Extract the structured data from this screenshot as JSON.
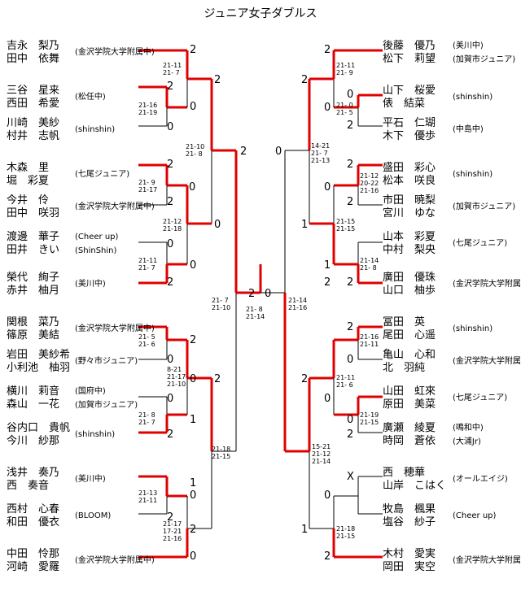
{
  "title": "ジュニア女子ダブルス",
  "left": [
    {
      "p1": "吉永　梨乃",
      "p2": "田中　依舞",
      "club": "(金沢学院大学附属中)"
    },
    {
      "p1": "三谷　星来",
      "p2": "西田　希愛",
      "club": "(松任中)"
    },
    {
      "p1": "川崎　美紗",
      "p2": "村井　志帆",
      "club": "(shinshin)"
    },
    {
      "p1": "木森　里",
      "p2": "堀　彩夏",
      "club": "(七尾ジュニア)"
    },
    {
      "p1": "今井　伶",
      "p2": "田中　咲羽",
      "club": "(金沢学院大学附属中)"
    },
    {
      "p1": "渡邊　華子",
      "p2": "田井　きい",
      "club": "(Cheer up)",
      "club2": "(ShinShin)"
    },
    {
      "p1": "榮代　絢子",
      "p2": "赤井　柚月",
      "club": "(美川中)"
    },
    {
      "p1": "関根　菜乃",
      "p2": "篠原　美結",
      "club": "(金沢学院大学附属中)"
    },
    {
      "p1": "岩田　美紗希",
      "p2": "小利池　柚羽",
      "club": "(野々市ジュニア)"
    },
    {
      "p1": "横川　莉音",
      "p2": "森山　一花",
      "club": "(国府中)",
      "club2": "(加賀市ジュニア)"
    },
    {
      "p1": "谷内口　貴帆",
      "p2": "今川　紗那",
      "club": "(shinshin)"
    },
    {
      "p1": "浅井　奏乃",
      "p2": "西　奏音",
      "club": "(美川中)"
    },
    {
      "p1": "西村　心春",
      "p2": "和田　優衣",
      "club": "(BLOOM)"
    },
    {
      "p1": "中田　怜那",
      "p2": "河崎　愛羅",
      "club": "(金沢学院大学附属中)"
    }
  ],
  "right": [
    {
      "p1": "後藤　優乃",
      "p2": "松下　莉望",
      "club": "(美川中)",
      "club2": "(加賀市ジュニア)"
    },
    {
      "p1": "山下　桜愛",
      "p2": "俵　結菜",
      "club": "(shinshin)"
    },
    {
      "p1": "平石　仁瑚",
      "p2": "木下　優歩",
      "club": "(中島中)"
    },
    {
      "p1": "盛田　彩心",
      "p2": "松本　咲良",
      "club": "(shinshin)"
    },
    {
      "p1": "市田　暁梨",
      "p2": "宮川　ゆな",
      "club": "(加賀市ジュニア)"
    },
    {
      "p1": "山本　彩夏",
      "p2": "中村　梨央",
      "club": "(七尾ジュニア)"
    },
    {
      "p1": "廣田　優珠",
      "p2": "山口　柚歩",
      "club": "(金沢学院大学附属中)"
    },
    {
      "p1": "冨田　英",
      "p2": "尾田　心遥",
      "club": "(shinshin)"
    },
    {
      "p1": "亀山　心和",
      "p2": "北　羽純",
      "club": "(金沢学院大学附属中)"
    },
    {
      "p1": "山田　虹來",
      "p2": "原田　美菜",
      "club": "(七尾ジュニア)"
    },
    {
      "p1": "廣瀬　綾夏",
      "p2": "時岡　蒼依",
      "club": "(鳴和中)",
      "club2": "(大浦Jr)"
    },
    {
      "p1": "西　穂華",
      "p2": "山岸　こはく",
      "club": "(オールエイジ)"
    },
    {
      "p1": "牧島　楓果",
      "p2": "塩谷　紗子",
      "club": "(Cheer up)"
    },
    {
      "p1": "木村　愛実",
      "p2": "岡田　実空",
      "club": "(金沢学院大学附属中)"
    }
  ],
  "scores": {
    "l1a": "2",
    "l2a": "2",
    "l2b": "0",
    "l3": "0",
    "l4a": "2",
    "l5": "2",
    "l5b": "0",
    "l6": "0",
    "l7": "2",
    "l8a": "2",
    "l8b": "0",
    "l9": "0",
    "l10": "0",
    "l10b": "1",
    "l11": "2",
    "l12a": "2",
    "l12b": "1",
    "l13": "0",
    "l14": "2",
    "lr2a": "2",
    "lr2b": "0",
    "lr2c": "2",
    "lr2d": "0",
    "lr3a": "2",
    "lr3b": "0",
    "final_l": "2",
    "final_r": "0",
    "r1a": "2",
    "r2a": "2",
    "r2b": "0",
    "r3": "0",
    "r4a": "2",
    "r5": "0",
    "r5b": "1",
    "r6": "2",
    "r7": "2",
    "r8a": "2",
    "r9": "0",
    "r10": "2",
    "r11": "0",
    "r12": "X",
    "r12b": "0",
    "r13": "1",
    "r14": "2",
    "rr2a": "2",
    "rr2b": "0",
    "rr2c": "2",
    "rr2d": "1",
    "rr3a": "0",
    "rr3b": "2"
  },
  "details": {
    "l_r1_1": "21-11\n21- 7",
    "l_r1_2": "21-16\n21-19",
    "l_r1_3": "21- 9\n21-17",
    "l_r1_4": "21-11\n21- 7",
    "l_r1_5": "21- 5\n21- 6",
    "l_r1_6": "21- 8\n21- 7",
    "l_r1_7": "21-13\n21-11",
    "l_r2_1": "21-10\n21- 8",
    "l_r2_2": "21-12\n21-18",
    "l_r2_3": "8-21\n21-17\n21-10",
    "l_r2_4": "21-17\n17-21\n21-16",
    "l_sf_1": "21- 7\n21-10",
    "l_sf_2": "21-18\n21-15",
    "final": "21- 8\n21-14",
    "r_r1_1": "21-11\n21- 9",
    "r_r1_2": "21- 0\n21- 5",
    "r_r1_3": "21-12\n20-22\n21-16",
    "r_r1_4": "21-14\n21- 8",
    "r_r1_5": "21-16\n21-11",
    "r_r1_6": "21-19\n21-15",
    "r_r1_7": "21-18\n21-15",
    "r_r2_1": "14-21\n21- 7\n21-13",
    "r_r2_2": "21-15\n21-15",
    "r_r2_3": "21-11\n21- 6",
    "r_sf_1": "21-14\n21-16",
    "r_sf_2": "15-21\n21-12\n21-14"
  }
}
